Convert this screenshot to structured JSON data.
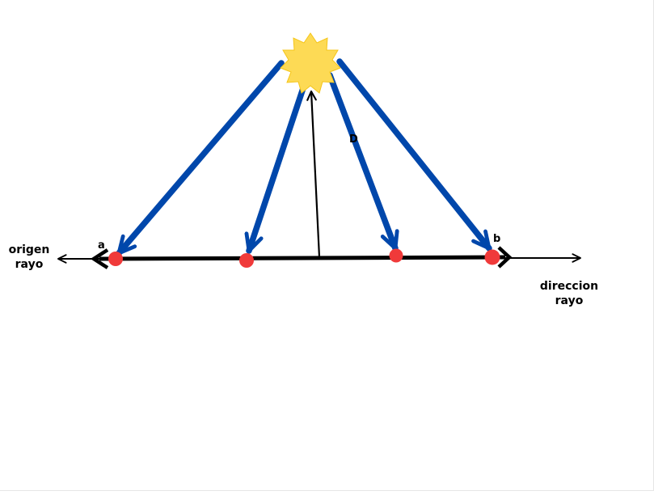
{
  "colors": {
    "background": "#ffffff",
    "sun": "#FDDA55",
    "light_rays": "#0047AB",
    "sample_points": "#F03A3A",
    "ray_line": "#000000"
  },
  "icons": {
    "sun": "sun-icon"
  },
  "labels": {
    "origin_line1": "origen",
    "origin_line2": "rayo",
    "direction_line1": "direccion",
    "direction_line2": "rayo",
    "point_a": "a",
    "point_b": "b",
    "distance": "D"
  }
}
